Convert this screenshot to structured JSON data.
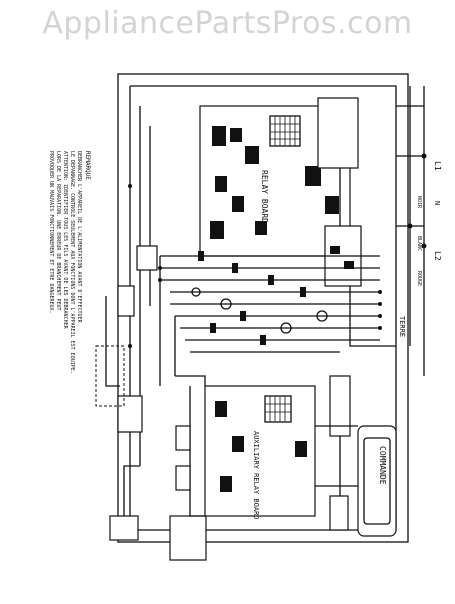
{
  "watermark": "AppliancePartsPros.com",
  "schematic": {
    "relay_board": "RELAY BOARD",
    "auxiliary_relay_board": "AUXILIARY RELAY BOARD",
    "commande": "COMMANDE",
    "terre": "TERRE",
    "l1": "L1",
    "l2": "L2",
    "n": "N",
    "rouge": "ROUGE",
    "noir": "NOIR",
    "blanc": "BLANC",
    "remarque": "REMARQUE",
    "notes": [
      "DEBRANCHER L'APPAREIL DE L'ALIMENTATION AVANT D'EFFECTUER",
      "LE DEPANNAGE. CONTROLE SEULEMENT AUX FONCTIONS DONT L'APPAREIL EST EQUIPE.",
      "ATTENTION: IDENTIFIER TOUS LES FILS AVANT DE LES DEBRANCHER",
      "LORS DE LA REPARATION. UNE ERREUR DE BRANCHEMENT PEUT",
      "PROVOQUER UN MAUVAIS FONCTIONNEMENT ET ETRE DANGEREUX."
    ]
  }
}
